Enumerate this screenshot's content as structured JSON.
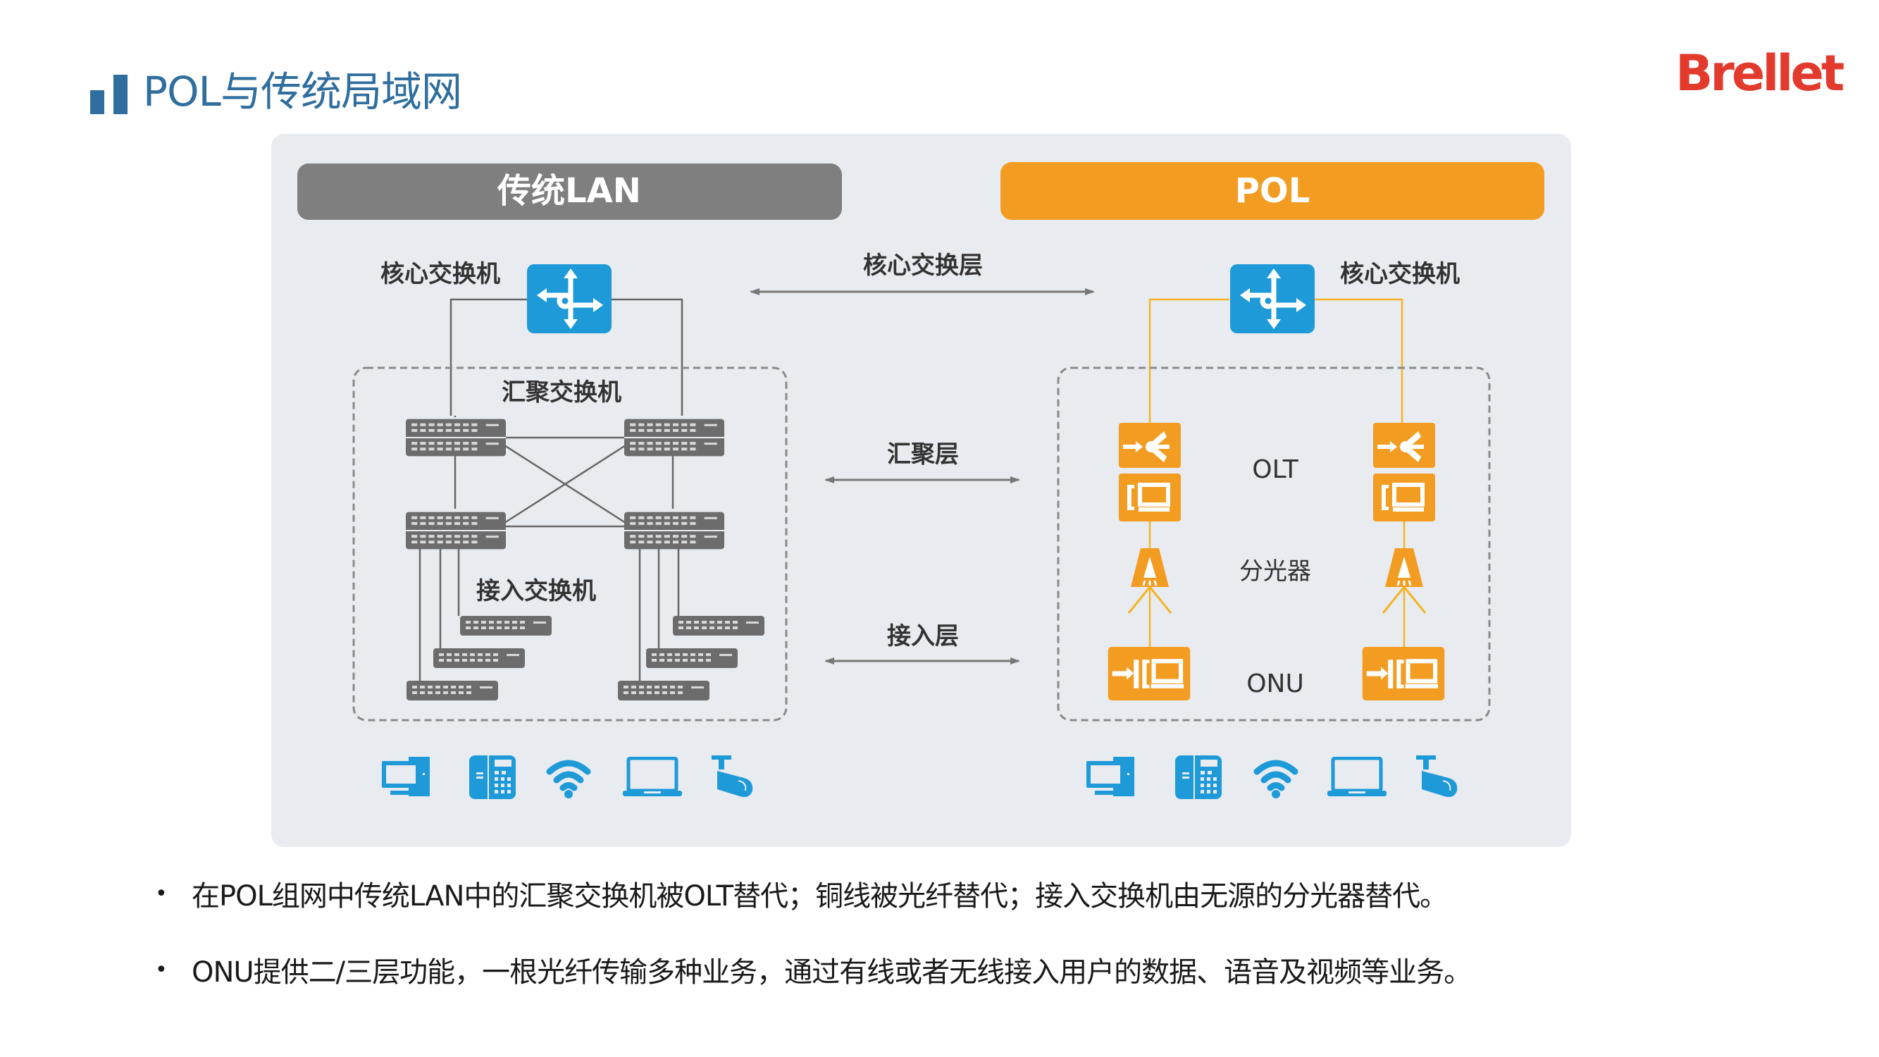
{
  "header": {
    "title": "POL与传统局域网",
    "logo_text": "Brellet"
  },
  "colors": {
    "title_blue": "#2f6e9e",
    "logo_red": "#e23b2e",
    "panel_bg": "#e8ebf0",
    "lan_header": "#7f7f7f",
    "pol_header": "#f39c22",
    "switch_blue": "#1e9ad8",
    "device_orange": "#f39c22",
    "fiber_line": "#f5b324",
    "copper_line": "#666666",
    "endpoint_blue": "#1e9ad8"
  },
  "diagram": {
    "left": {
      "header": "传统LAN",
      "core_label": "核心交换机",
      "aggregation_label": "汇聚交换机",
      "access_label": "接入交换机"
    },
    "right": {
      "header": "POL",
      "core_label": "核心交换机",
      "olt_label": "OLT",
      "splitter_label": "分光器",
      "onu_label": "ONU"
    },
    "layers": {
      "core": "核心交换层",
      "aggregation": "汇聚层",
      "access": "接入层"
    },
    "endpoints": [
      {
        "icon": "desktop-computer-icon"
      },
      {
        "icon": "telephone-icon"
      },
      {
        "icon": "wifi-icon"
      },
      {
        "icon": "laptop-icon"
      },
      {
        "icon": "security-camera-icon"
      }
    ]
  },
  "bullets": [
    "在POL组网中传统LAN中的汇聚交换机被OLT替代；铜线被光纤替代；接入交换机由无源的分光器替代。",
    "ONU提供二/三层功能，一根光纤传输多种业务，通过有线或者无线接入用户的数据、语音及视频等业务。"
  ],
  "bullet_symbol": "•"
}
